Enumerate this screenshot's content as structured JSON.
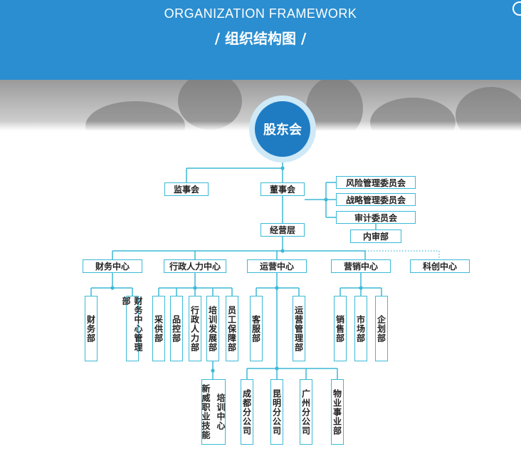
{
  "header": {
    "title_en": "ORGANIZATION FRAMEWORK",
    "title_zh": "/ 组织结构图 /"
  },
  "org": {
    "root": "股东会",
    "board": "董事会",
    "supervisors": "监事会",
    "committees": [
      "风险管理委员会",
      "战略管理委员会",
      "审计委员会"
    ],
    "internal_audit": "内审部",
    "management": "经营层",
    "centers": [
      "财务中心",
      "行政人力中心",
      "运营中心",
      "营销中心",
      "科创中心"
    ],
    "finance_depts": [
      "财务部",
      "财务中心管理部"
    ],
    "admin_depts": [
      "采供部",
      "品控部",
      "行政人力部",
      "培训发展部",
      "员工保障部"
    ],
    "training_center": [
      "新威职业技能",
      "培训中心"
    ],
    "ops_depts": [
      "客服部",
      "运营管理部"
    ],
    "branches": [
      "成都分公司",
      "昆明分公司",
      "广州分公司",
      "物业事业部"
    ],
    "marketing_depts": [
      "销售部",
      "市场部",
      "企划部"
    ]
  }
}
